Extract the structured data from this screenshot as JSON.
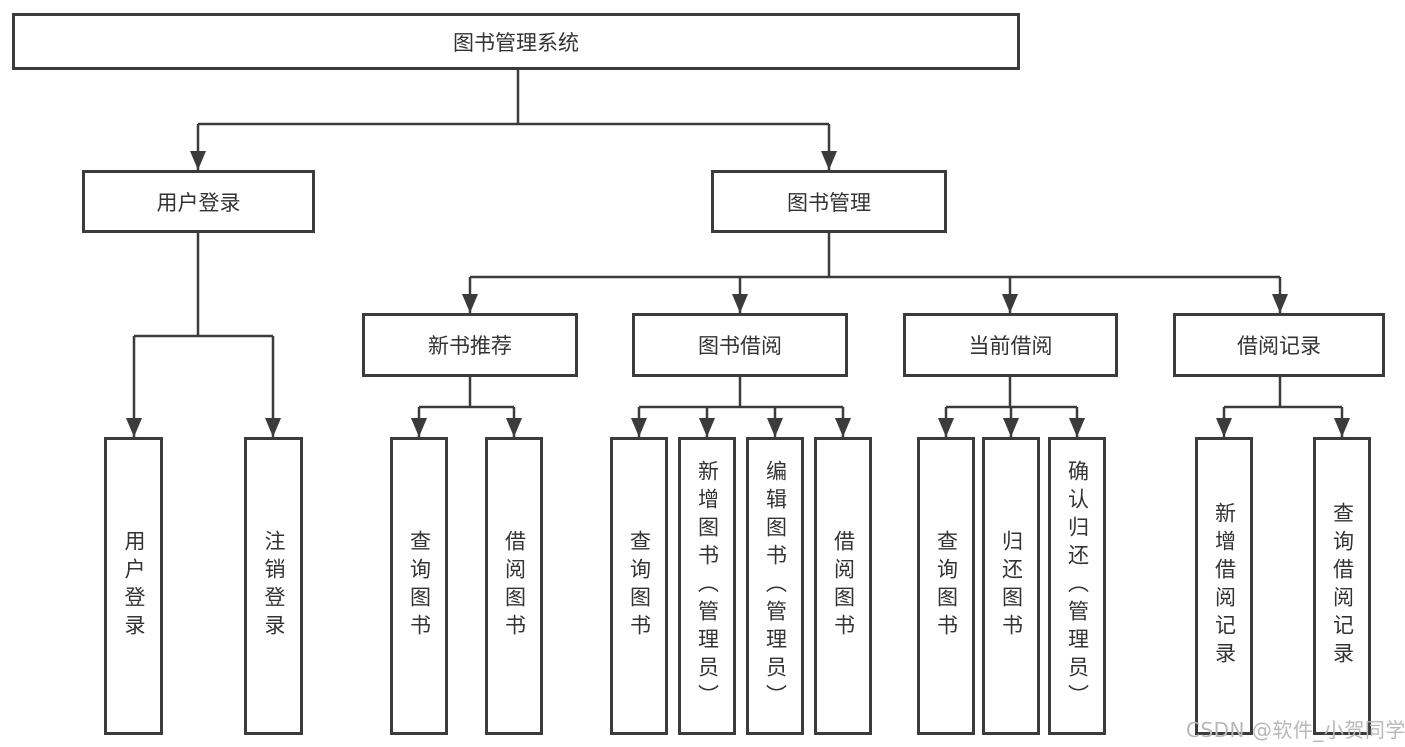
{
  "diagram": {
    "root": {
      "label": "图书管理系统",
      "children": [
        {
          "label": "用户登录",
          "children": [
            {
              "label": "用户登录"
            },
            {
              "label": "注销登录"
            }
          ]
        },
        {
          "label": "图书管理",
          "children": [
            {
              "label": "新书推荐",
              "children": [
                {
                  "label": "查询图书"
                },
                {
                  "label": "借阅图书"
                }
              ]
            },
            {
              "label": "图书借阅",
              "children": [
                {
                  "label": "查询图书"
                },
                {
                  "label": "新增图书（管理员）"
                },
                {
                  "label": "编辑图书（管理员）"
                },
                {
                  "label": "借阅图书"
                }
              ]
            },
            {
              "label": "当前借阅",
              "children": [
                {
                  "label": "查询图书"
                },
                {
                  "label": "归还图书"
                },
                {
                  "label": "确认归还（管理员）"
                }
              ]
            },
            {
              "label": "借阅记录",
              "children": [
                {
                  "label": "新增借阅记录"
                },
                {
                  "label": "查询借阅记录"
                }
              ]
            }
          ]
        }
      ]
    }
  },
  "watermark": "CSDN @软件_小贺同学",
  "colors": {
    "line": "#3b3b3b",
    "text": "#333333",
    "watermark": "#b8b8b8",
    "background": "#ffffff"
  }
}
